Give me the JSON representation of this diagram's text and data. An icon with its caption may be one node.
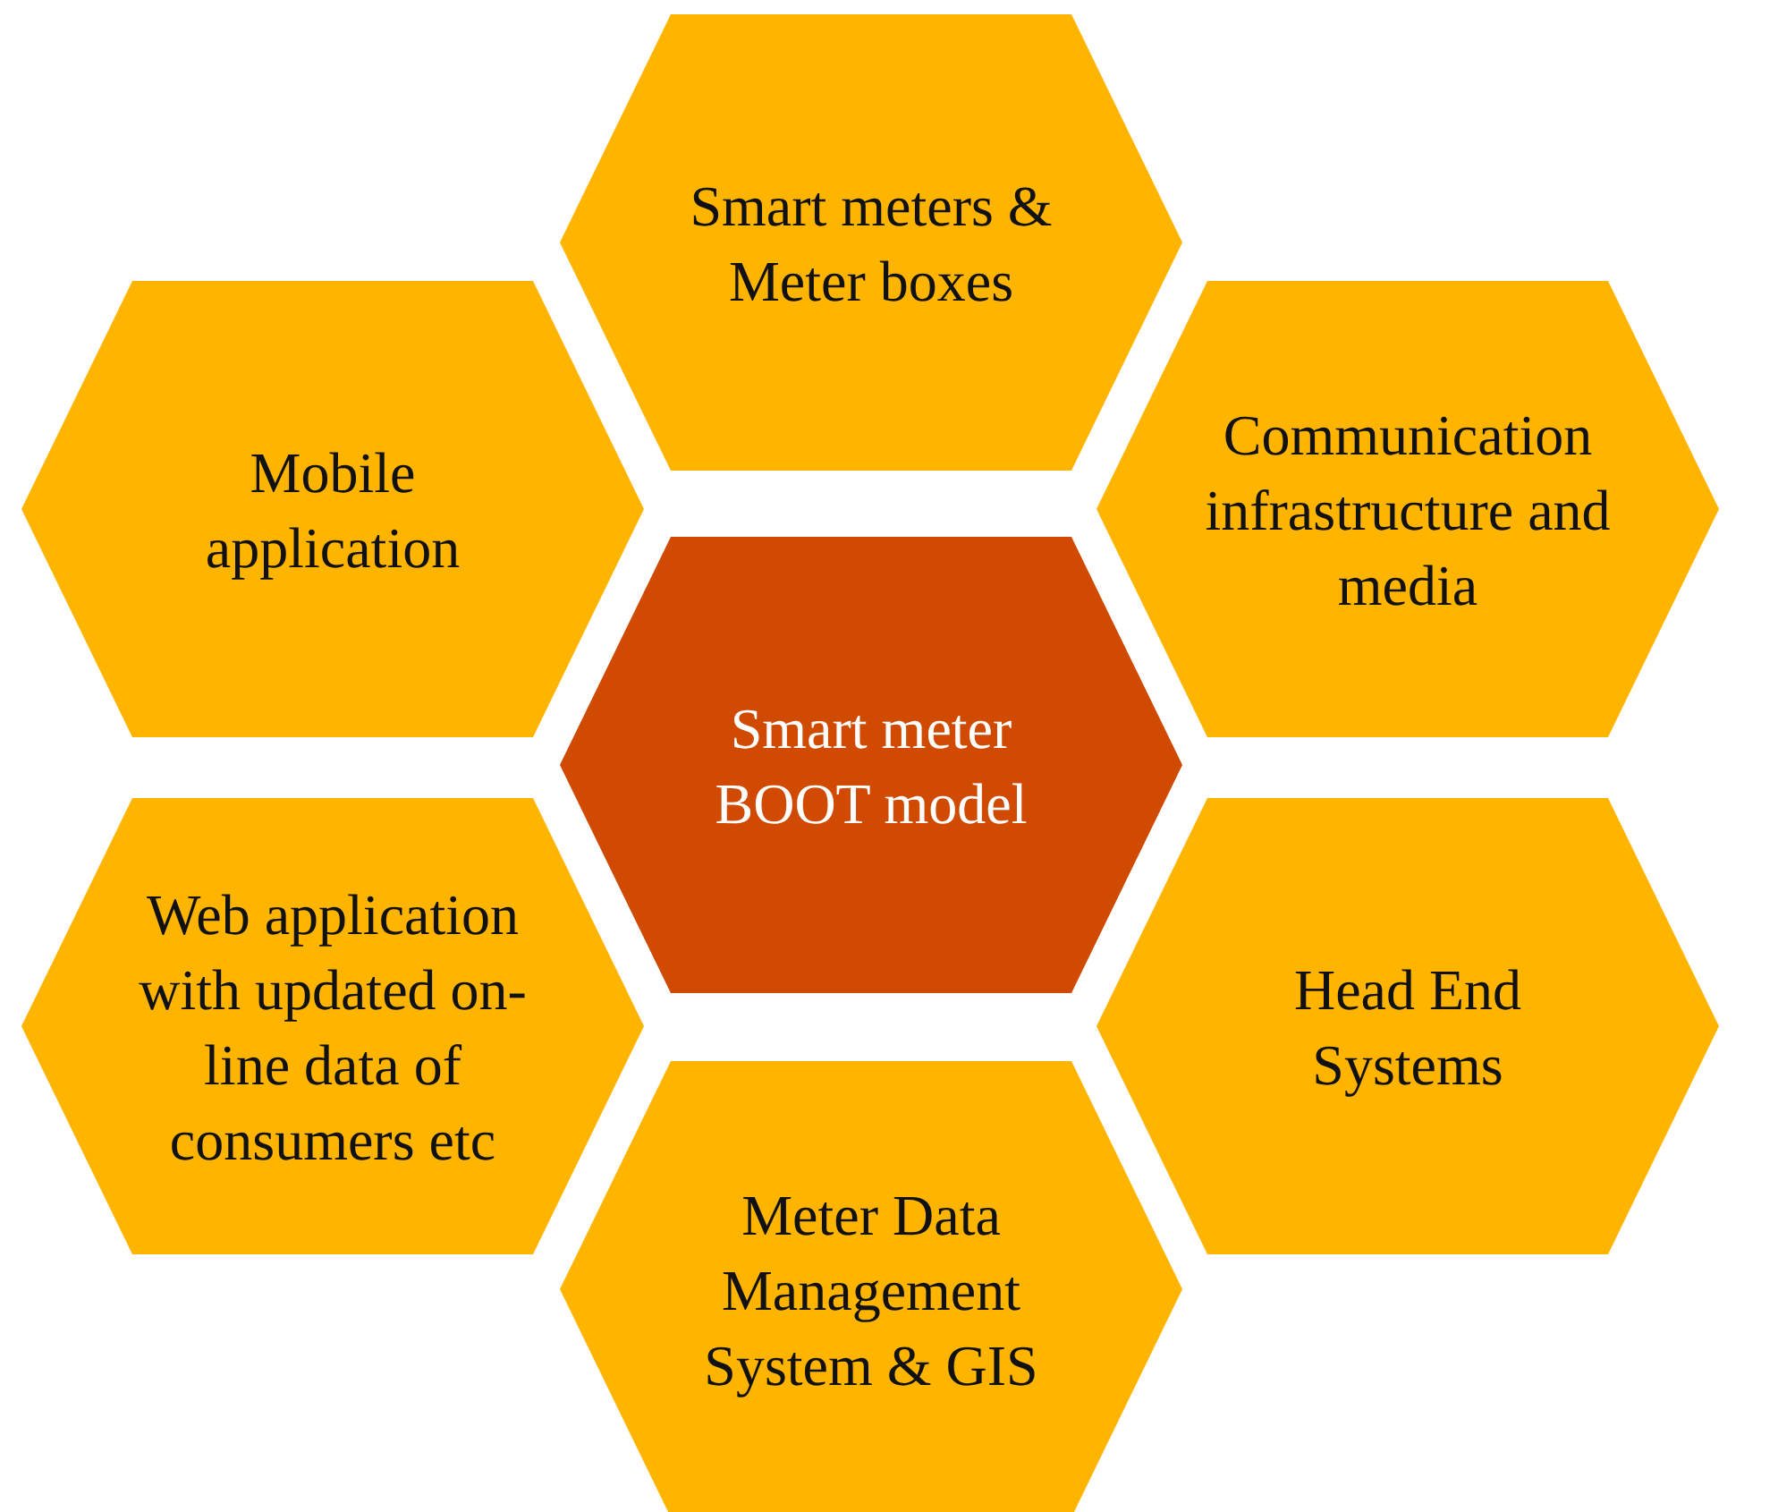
{
  "diagram": {
    "nodes": [
      {
        "text": [
          "Smart meters & Meter boxes"
        ]
      },
      {
        "text": [
          "Mobile application"
        ]
      },
      {
        "text": [
          "Communication infrastructure and media"
        ]
      },
      {
        "text": [
          "Smart meter BOOT model"
        ]
      },
      {
        "text": [
          "Web application with updated on-line data of consumers etc"
        ]
      },
      {
        "text": [
          "Head End Systems"
        ]
      },
      {
        "text": [
          "Meter Data Management System & GIS"
        ]
      }
    ]
  }
}
